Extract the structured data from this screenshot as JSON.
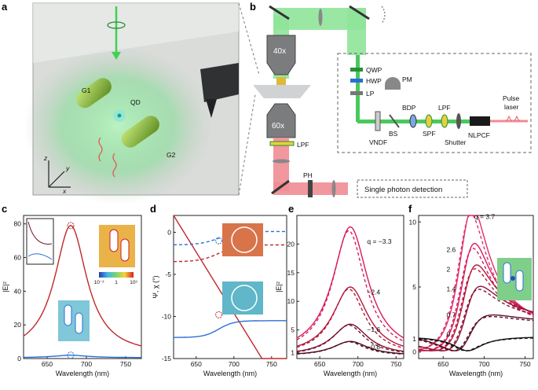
{
  "panels": {
    "a": "a",
    "b": "b",
    "c": "c",
    "d": "d",
    "e": "e",
    "f": "f"
  },
  "panel_a": {
    "g1": "G1",
    "g2": "G2",
    "qd": "QD",
    "axis_z": "z",
    "axis_y": "y",
    "axis_x": "x"
  },
  "panel_b": {
    "obj_top": "40x",
    "obj_bottom": "60x",
    "lpf_lower": "LPF",
    "ph": "PH",
    "qwp": "QWP",
    "hwp": "HWP",
    "lp": "LP",
    "pm": "PM",
    "bdp": "BDP",
    "lpf_upper": "LPF",
    "spf": "SPF",
    "vndf": "VNDF",
    "bs": "BS",
    "shutter": "Shutter",
    "nlpcf": "NLPCF",
    "pulse_laser_1": "Pulse",
    "pulse_laser_2": "laser",
    "detection": "Single photon detection"
  },
  "colors": {
    "red_line": "#c0282c",
    "blue_line": "#2a6fd6",
    "crimson": "#b5183a",
    "dark_red": "#7a1030",
    "beam_green": "#49c95c",
    "beam_red": "#e8555f"
  },
  "chart_data": [
    {
      "panel": "c",
      "type": "line",
      "xlabel": "Wavelength (nm)",
      "ylabel": "|E|²",
      "xlim": [
        620,
        770
      ],
      "ylim": [
        0,
        85
      ],
      "xticks": [
        "650",
        "700",
        "750"
      ],
      "yticks": [
        "0",
        "20",
        "40",
        "60",
        "80"
      ],
      "series": [
        {
          "color": "#c0282c",
          "peak_x": 680,
          "peak_y": 79,
          "width": 25,
          "base": 2
        },
        {
          "color": "#2a6fd6",
          "peak_x": 680,
          "peak_y": 2,
          "width": 25,
          "base": 0.5
        }
      ],
      "inset_colorbar": [
        "10⁻³",
        "1",
        "10³"
      ]
    },
    {
      "panel": "d",
      "type": "line",
      "xlabel": "Wavelength (nm)",
      "ylabel": "Ψ, χ (°)",
      "xlim": [
        620,
        770
      ],
      "ylim": [
        -15,
        2
      ],
      "xticks": [
        "650",
        "700",
        "750"
      ],
      "yticks": [
        "0",
        "-5",
        "-10",
        "-15"
      ]
    },
    {
      "panel": "e",
      "type": "line",
      "xlabel": "Wavelength (nm)",
      "ylabel": "|E|²",
      "xlim": [
        620,
        760
      ],
      "ylim": [
        0,
        25
      ],
      "xticks": [
        "650",
        "700",
        "750"
      ],
      "yticks": [
        "1",
        "5",
        "10",
        "15",
        "20"
      ],
      "curve_labels": [
        "q = −3.3",
        "−2.4",
        "−1.6",
        "−0.8"
      ],
      "peak_values": [
        22.5,
        12,
        5.5,
        2.5
      ]
    },
    {
      "panel": "f",
      "type": "line",
      "xlabel": "Wavelength (nm)",
      "ylabel": "",
      "xlim": [
        620,
        760
      ],
      "ylim": [
        -0.5,
        10.5
      ],
      "xticks": [
        "650",
        "700",
        "750"
      ],
      "yticks": [
        "0",
        "1",
        "5",
        "10"
      ],
      "curve_labels": [
        "q = 3.7",
        "2.6",
        "2",
        "1.4",
        "0.7",
        "0"
      ],
      "peak_values": [
        10,
        7.5,
        6,
        4.5,
        2.5,
        1
      ]
    }
  ]
}
